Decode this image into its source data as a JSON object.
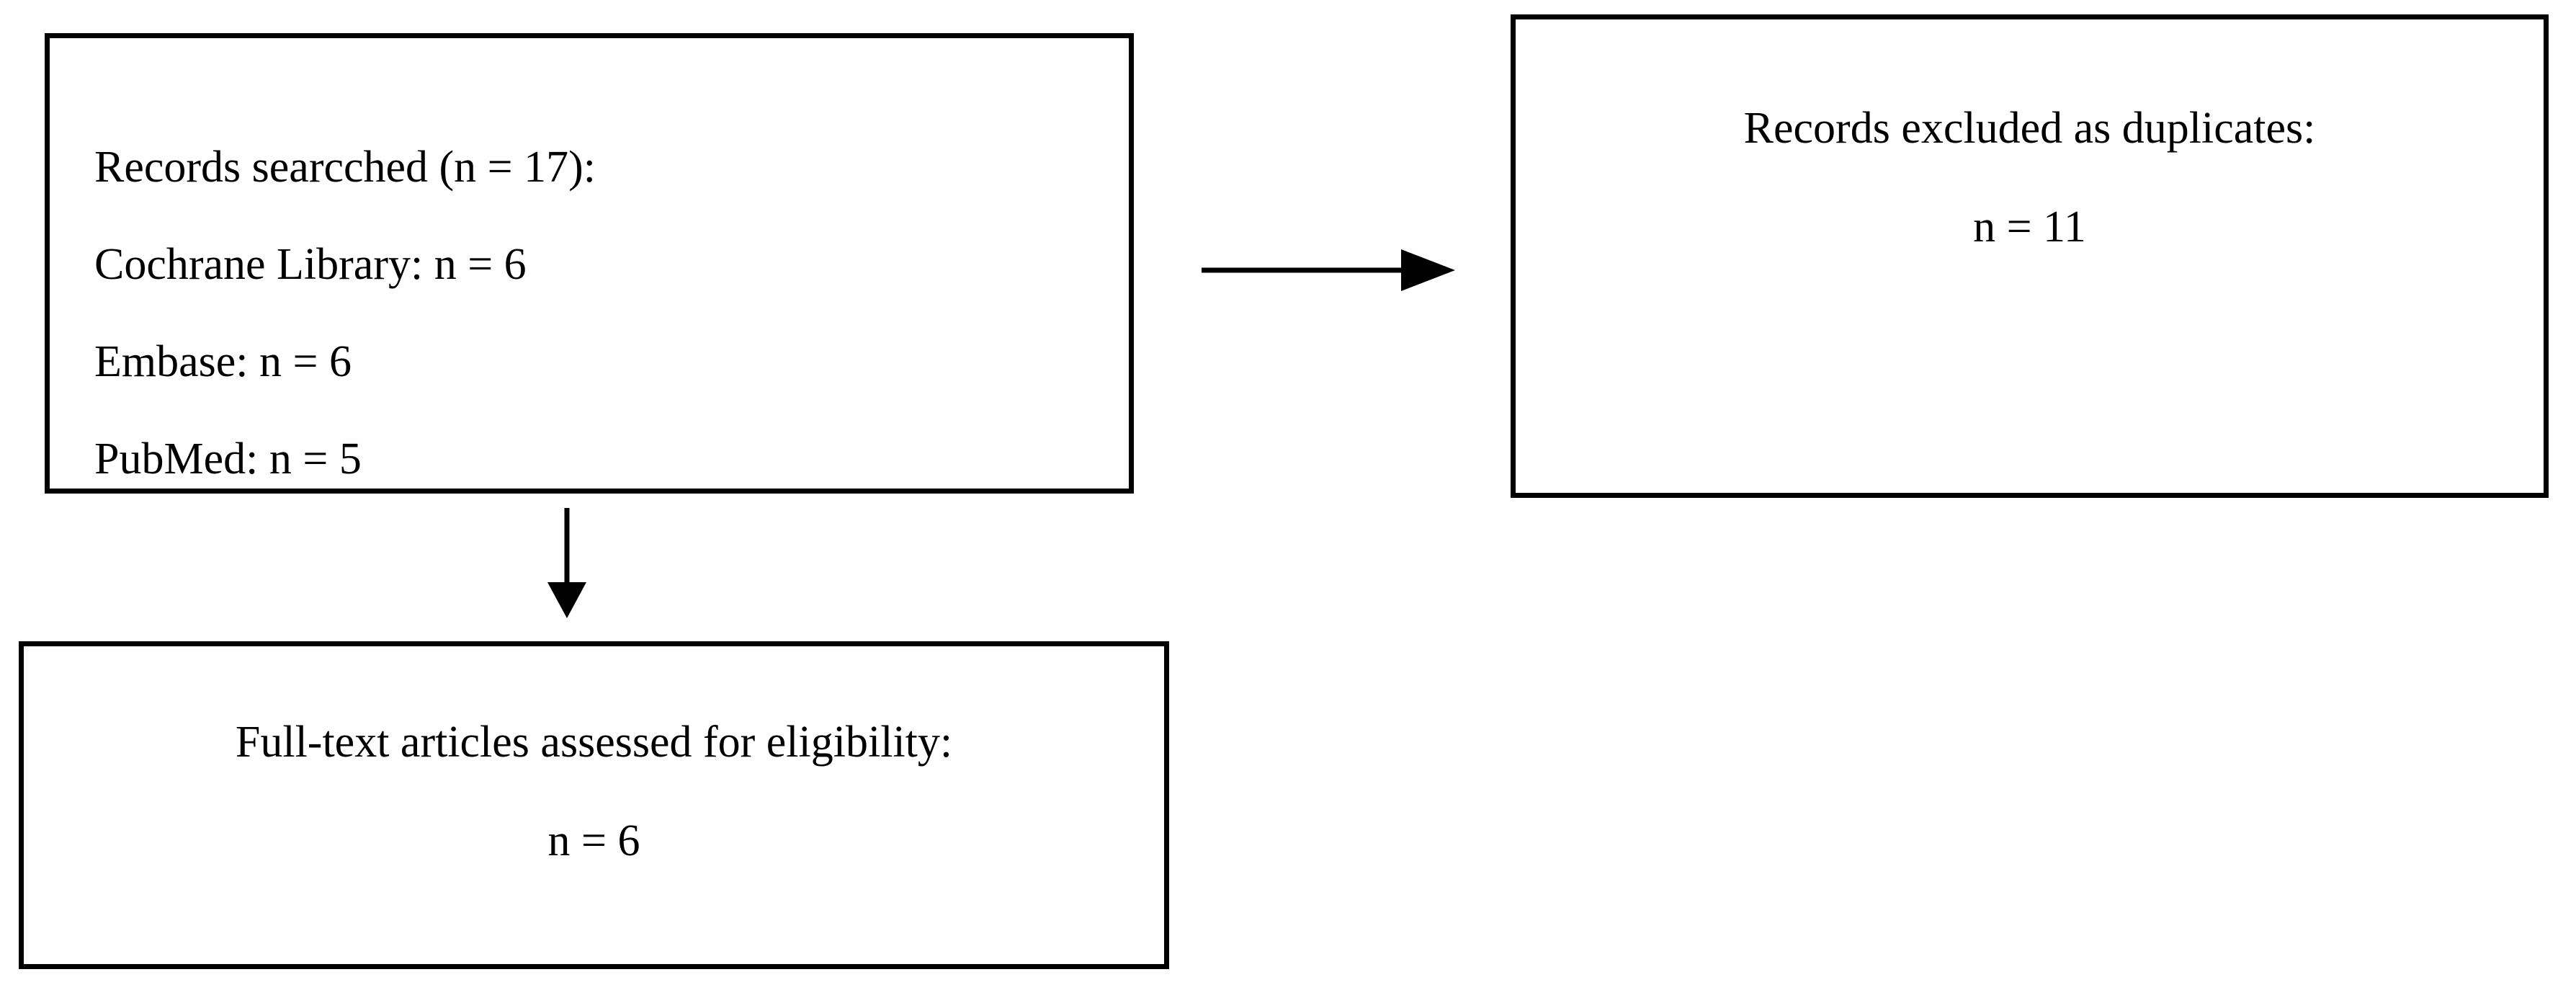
{
  "diagram": {
    "type": "prisma-flow-diagram",
    "background_color": "#ffffff",
    "line_color": "#000000",
    "text_color": "#000000",
    "boxes": {
      "records_searched": {
        "lines": [
          "Records searcched (n = 17):",
          "Cochrane Library: n = 6",
          "Embase: n = 6",
          "PubMed: n = 5"
        ]
      },
      "records_excluded": {
        "title": "Records excluded as duplicates:",
        "count": "n = 11"
      },
      "fulltext_assessed": {
        "title": "Full-text articles assessed for eligibility:",
        "count": "n = 6"
      }
    },
    "arrows": [
      {
        "name": "records-to-excluded",
        "direction": "right"
      },
      {
        "name": "records-to-fulltext",
        "direction": "down"
      }
    ]
  }
}
